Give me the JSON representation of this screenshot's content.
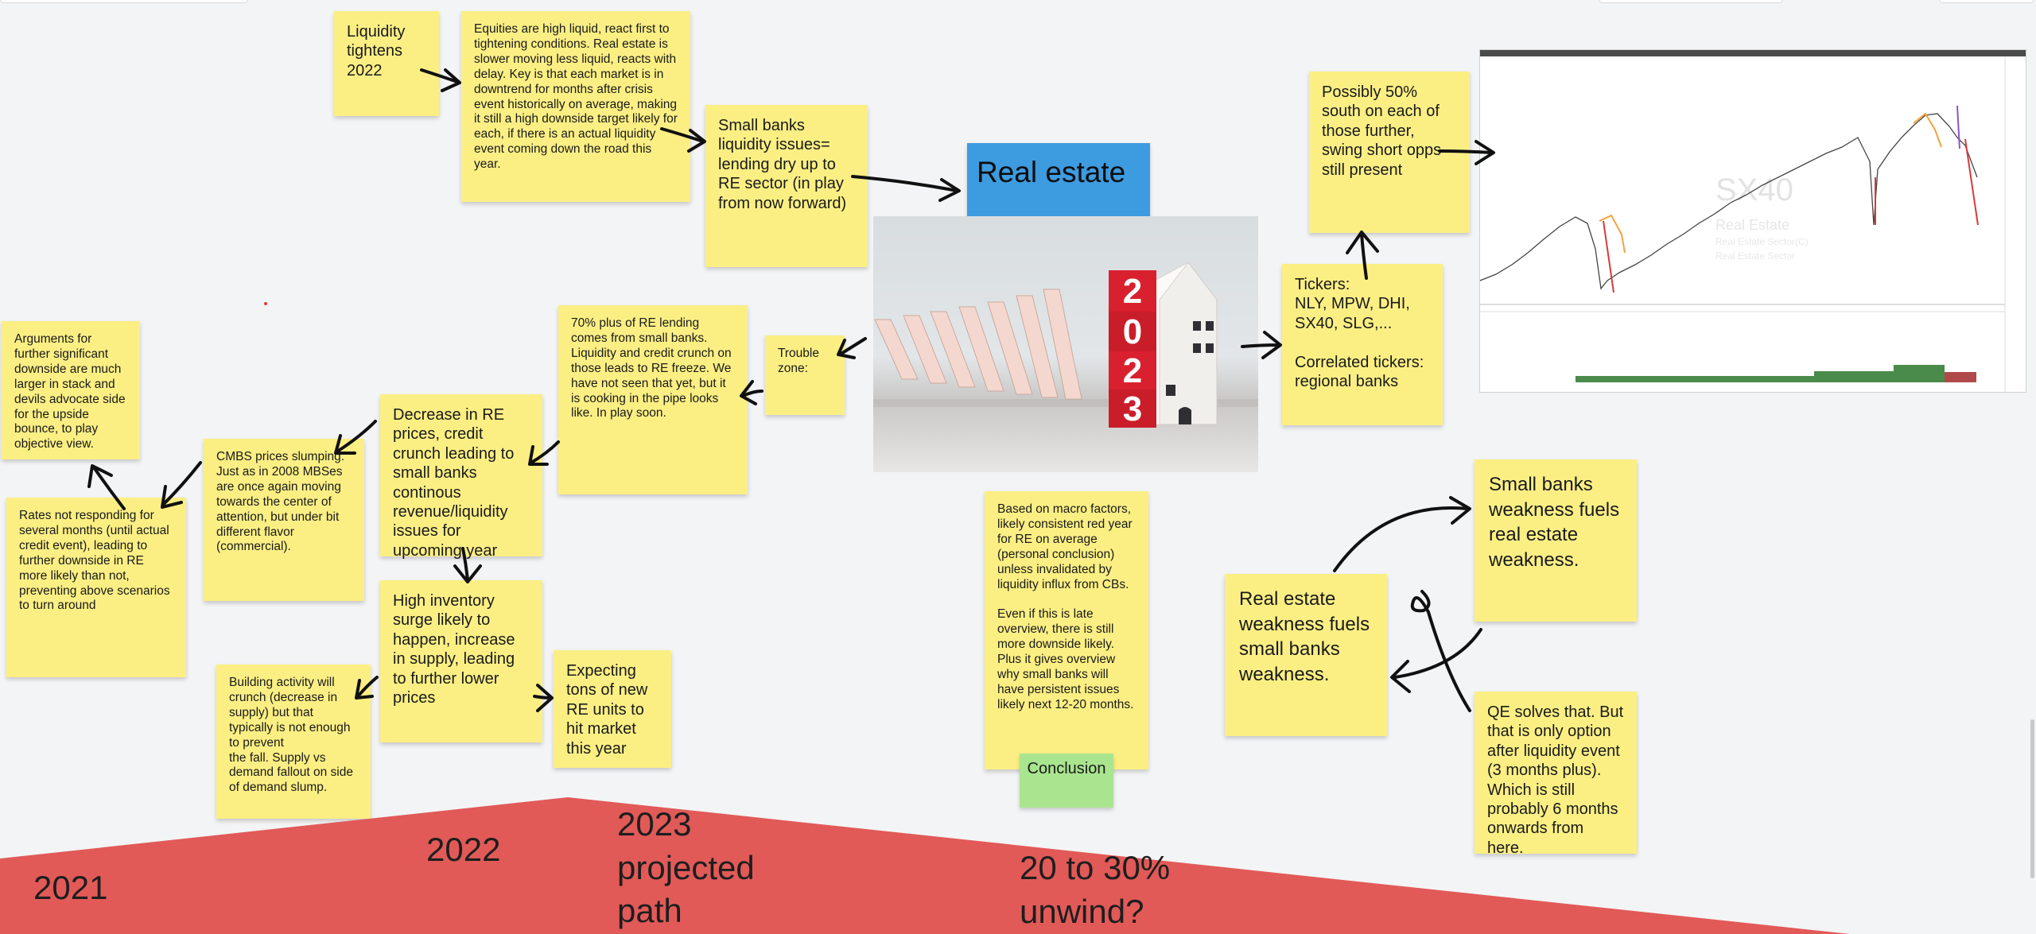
{
  "notes": {
    "liquidity_tightens": "Liquidity\ntightens\n2022",
    "equities": "Equities are high liquid, react first to tightening conditions. Real estate is slower moving less liquid, reacts with delay. Key is that each market is in downtrend for months after crisis event historically on average, making it still a high downside target likely for each, if there is an actual liquidity event coming down the road this year.",
    "small_banks_liquidity": "Small banks liquidity issues= lending dry up to RE sector (in play from now forward)",
    "real_estate_title": "Real estate",
    "possibly_50": "Possibly 50% south on each of those further, swing short opps still present",
    "tickers": "Tickers:\nNLY, MPW, DHI, SX40, SLG,...\n\nCorrelated tickers: regional banks",
    "trouble_zone": "Trouble zone:",
    "re_lending": "70% plus of RE lending comes from small banks. Liquidity and credit crunch on those leads to RE freeze. We have not seen that yet, but it is cooking in the pipe looks like. In play soon.",
    "arguments": "Arguments for further significant downside are much larger in stack and devils advocate side for the upside bounce, to play objective view.",
    "cmbs": "CMBS prices slumping. Just as in 2008 MBSes are once again moving towards the center of attention, but under bit different flavor (commercial).",
    "decrease_re": "Decrease in RE prices, credit crunch leading to small banks continous revenue/liquidity issues for upcoming year",
    "rates": "Rates not responding for several months (until actual credit event), leading to further downside in RE more likely than not, preventing above scenarios to turn around",
    "high_inventory": "High inventory surge likely to happen, increase in supply, leading to further lower prices",
    "building_activity": "Building activity will crunch (decrease in supply) but that typically is not enough to prevent\nthe fall. Supply vs demand fallout on side of demand slump.",
    "expecting_tons": "Expecting tons of new RE units to hit market this year",
    "macro_factors": "Based on macro factors, likely consistent red year for RE on average (personal conclusion) unless invalidated by liquidity influx from CBs.\n\nEven if this is late overview, there is still more downside likely. Plus it gives overview why small banks will have persistent issues likely next 12-20 months.",
    "conclusion": "Conclusion",
    "small_banks_weakness": "Small banks weakness fuels real estate weakness.",
    "re_weakness": "Real estate weakness fuels small banks weakness.",
    "qe_solves": "QE solves that. But that is only option after liquidity event (3 months plus). Which is still probably 6 months onwards from here."
  },
  "image": {
    "blocks": [
      "2",
      "0",
      "2",
      "3"
    ]
  },
  "chart": {
    "watermark": "SX40",
    "sub1": "Real Estate",
    "sub2": "Real Estate Sector(C)",
    "sub3": "Real Estate Sector"
  },
  "timeline": {
    "y2021": "2021",
    "y2022": "2022",
    "y2023": "2023\nprojected\npath",
    "unwind": "20 to 30%\nunwind?"
  },
  "colors": {
    "sticky": "#fbef84",
    "blue_card": "#3d9be0",
    "green_card": "#a9e58f",
    "timeline_red": "#e15a58"
  }
}
